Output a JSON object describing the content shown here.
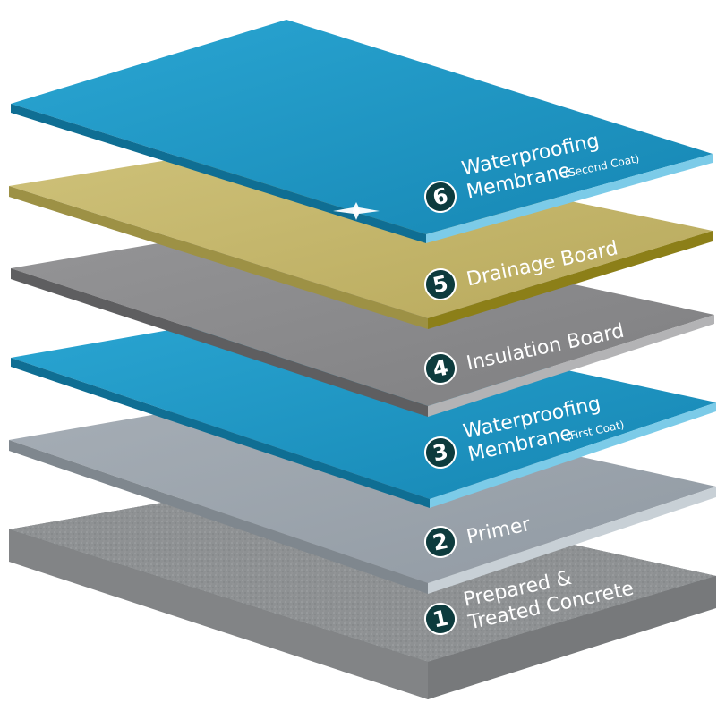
{
  "layers": [
    {
      "number": "1",
      "line1": "Prepared &",
      "line2": "Treated Concrete",
      "note": "",
      "color": "#8c8f91"
    },
    {
      "number": "2",
      "line1": "Primer",
      "line2": "",
      "note": "",
      "color": "#9aa3ab"
    },
    {
      "number": "3",
      "line1": "Waterproofing",
      "line2": "Membrane",
      "note": "(First Coat)",
      "color": "#1b93bf"
    },
    {
      "number": "4",
      "line1": "Insulation Board",
      "line2": "",
      "note": "",
      "color": "#8a8a8c"
    },
    {
      "number": "5",
      "line1": "Drainage Board",
      "line2": "",
      "note": "",
      "color": "#c2b46a"
    },
    {
      "number": "6",
      "line1": "Waterproofing",
      "line2": "Membrane",
      "note": "(Second Coat)",
      "color": "#1b93bf"
    }
  ],
  "colors": {
    "badge": "#0d3b3d",
    "label_text": "#ffffff"
  }
}
